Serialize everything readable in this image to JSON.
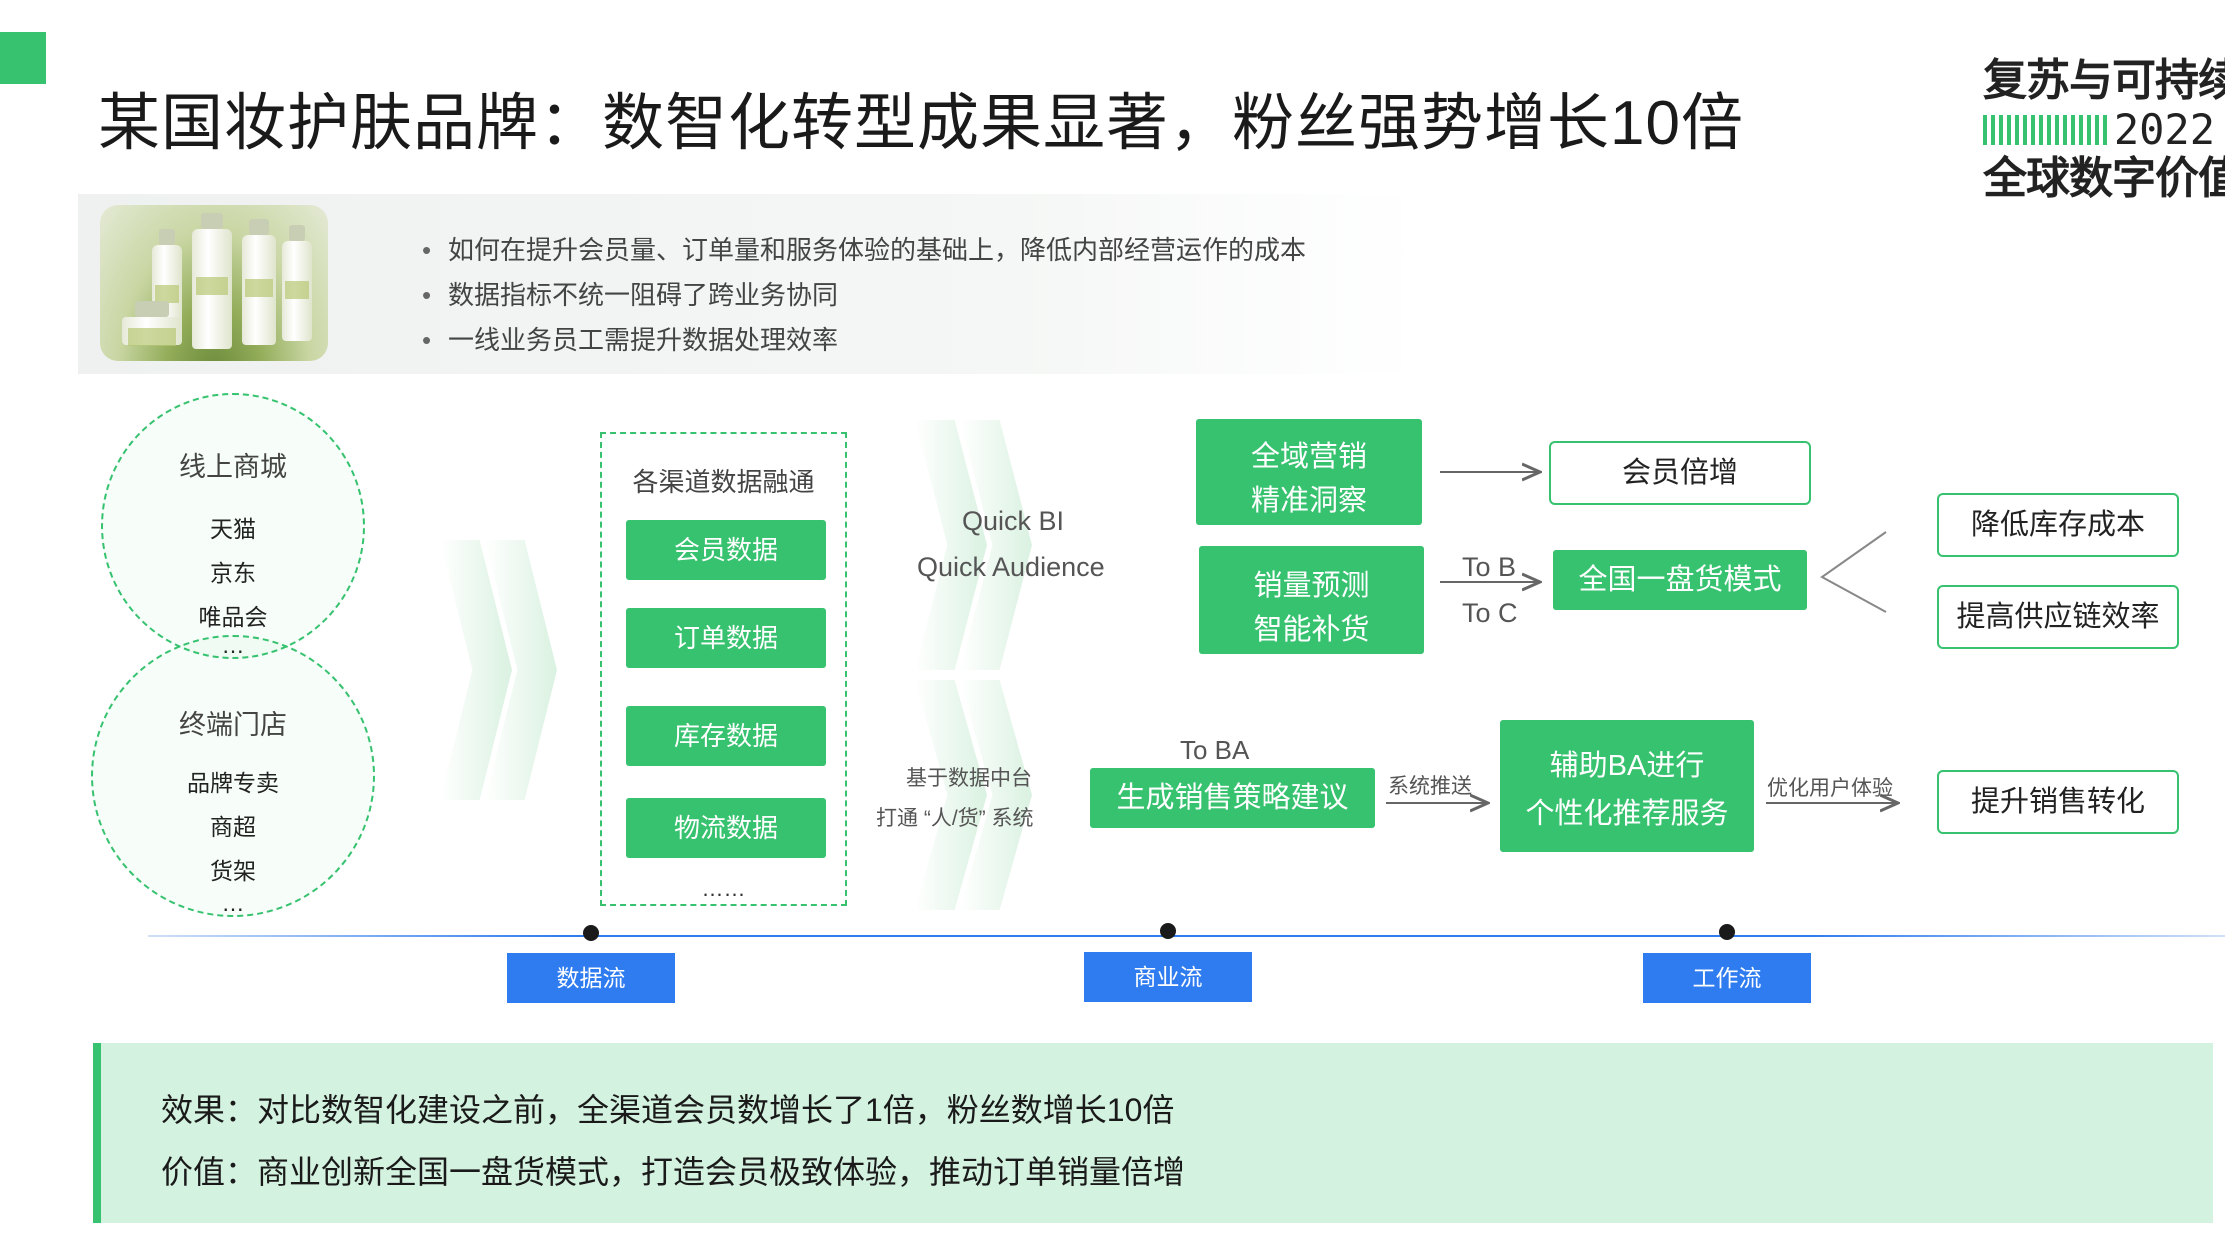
{
  "title": "某国妆护肤品牌：数智化转型成果显著，粉丝强势增长10倍",
  "logo": {
    "line1": "复苏与可持续发展",
    "year": "2022",
    "line3": "全球数字价值峰会"
  },
  "challenges": [
    "如何在提升会员量、订单量和服务体验的基础上，降低内部经营运作的成本",
    "数据指标不统一阻碍了跨业务协同",
    "一线业务员工需提升数据处理效率"
  ],
  "online_channels": {
    "title": "线上商城",
    "items": [
      "天猫",
      "京东",
      "唯品会",
      "…"
    ]
  },
  "offline_channels": {
    "title": "终端门店",
    "items": [
      "品牌专卖",
      "商超",
      "货架",
      "…"
    ]
  },
  "data_fusion": {
    "title": "各渠道数据融通",
    "items": [
      "会员数据",
      "订单数据",
      "库存数据",
      "物流数据"
    ],
    "more": "……"
  },
  "tools": {
    "bi": "Quick BI",
    "audience": "Quick Audience",
    "platform_line1": "基于数据中台",
    "platform_line2": "打通 “人/货” 系统"
  },
  "business": {
    "marketing": [
      "全域营销",
      "精准洞察"
    ],
    "forecast": [
      "销量预测",
      "智能补货"
    ],
    "member_growth": "会员倍增",
    "to_b": "To B",
    "to_c": "To C",
    "unified_inventory": "全国一盘货模式",
    "reduce_cost": "降低库存成本",
    "improve_supply": "提高供应链效率",
    "to_ba": "To BA",
    "sales_strategy": "生成销售策略建议",
    "push": "系统推送",
    "ba_service": [
      "辅助BA进行",
      "个性化推荐服务"
    ],
    "optimize": "优化用户体验",
    "conversion": "提升销售转化"
  },
  "stages": [
    "数据流",
    "商业流",
    "工作流"
  ],
  "results": {
    "effect": "效果：对比数智化建设之前，全渠道会员数增长了1倍，粉丝数增长10倍",
    "value": "价值：商业创新全国一盘货模式，打造会员极致体验，推动订单销量倍增"
  },
  "colors": {
    "accent_green": "#36c26f",
    "timeline_blue": "#2f7cf0",
    "result_bg": "#d4f2e0"
  }
}
